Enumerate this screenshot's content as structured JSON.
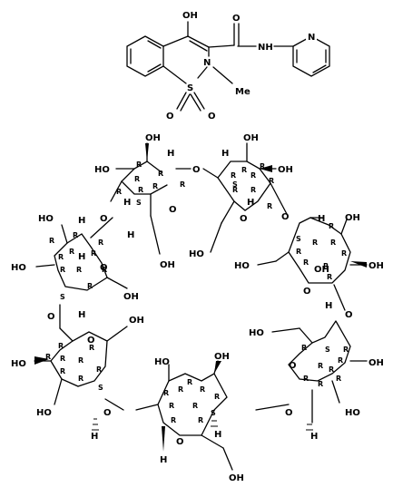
{
  "drug": {
    "oh": "OH",
    "o_carbonyl": "O",
    "nh": "NH",
    "n_pyridine": "N",
    "n_ring": "N",
    "me": "Me",
    "s": "S",
    "o_sulfonyl_1": "O",
    "o_sulfonyl_2": "O"
  },
  "cyclodextrin": {
    "oh_labels": [
      "OH",
      "HO",
      "HO",
      "OH",
      "OH",
      "HO",
      "OH",
      "HO",
      "OH",
      "OH",
      "HO",
      "OH",
      "HO",
      "OH",
      "HO",
      "OH",
      "HO",
      "HO",
      "OH",
      "HO",
      "OH",
      "OH"
    ],
    "ring_o_labels": [
      "O",
      "O",
      "O",
      "O",
      "O",
      "O",
      "O",
      "O",
      "O",
      "O",
      "O",
      "O",
      "O",
      "O"
    ],
    "h_labels": [
      "H",
      "H",
      "H",
      "H",
      "H",
      "H",
      "H",
      "H",
      "H",
      "H",
      "H",
      "H",
      "H",
      "H"
    ],
    "r_labels": [
      "R",
      "R",
      "R",
      "R",
      "R",
      "R",
      "R",
      "R",
      "R",
      "R",
      "R",
      "R",
      "R",
      "R",
      "R",
      "R",
      "R",
      "R",
      "R",
      "R",
      "R",
      "R",
      "R",
      "R",
      "R",
      "R",
      "R",
      "R",
      "R",
      "R",
      "R",
      "R",
      "R",
      "R",
      "R",
      "R",
      "R",
      "R",
      "R",
      "R",
      "R",
      "R",
      "R",
      "R",
      "R",
      "R",
      "R",
      "R",
      "R",
      "R",
      "R",
      "R",
      "R",
      "R",
      "R",
      "R",
      "R",
      "R"
    ],
    "s_labels": [
      "S",
      "S",
      "S",
      "S",
      "S",
      "S",
      "S"
    ]
  }
}
